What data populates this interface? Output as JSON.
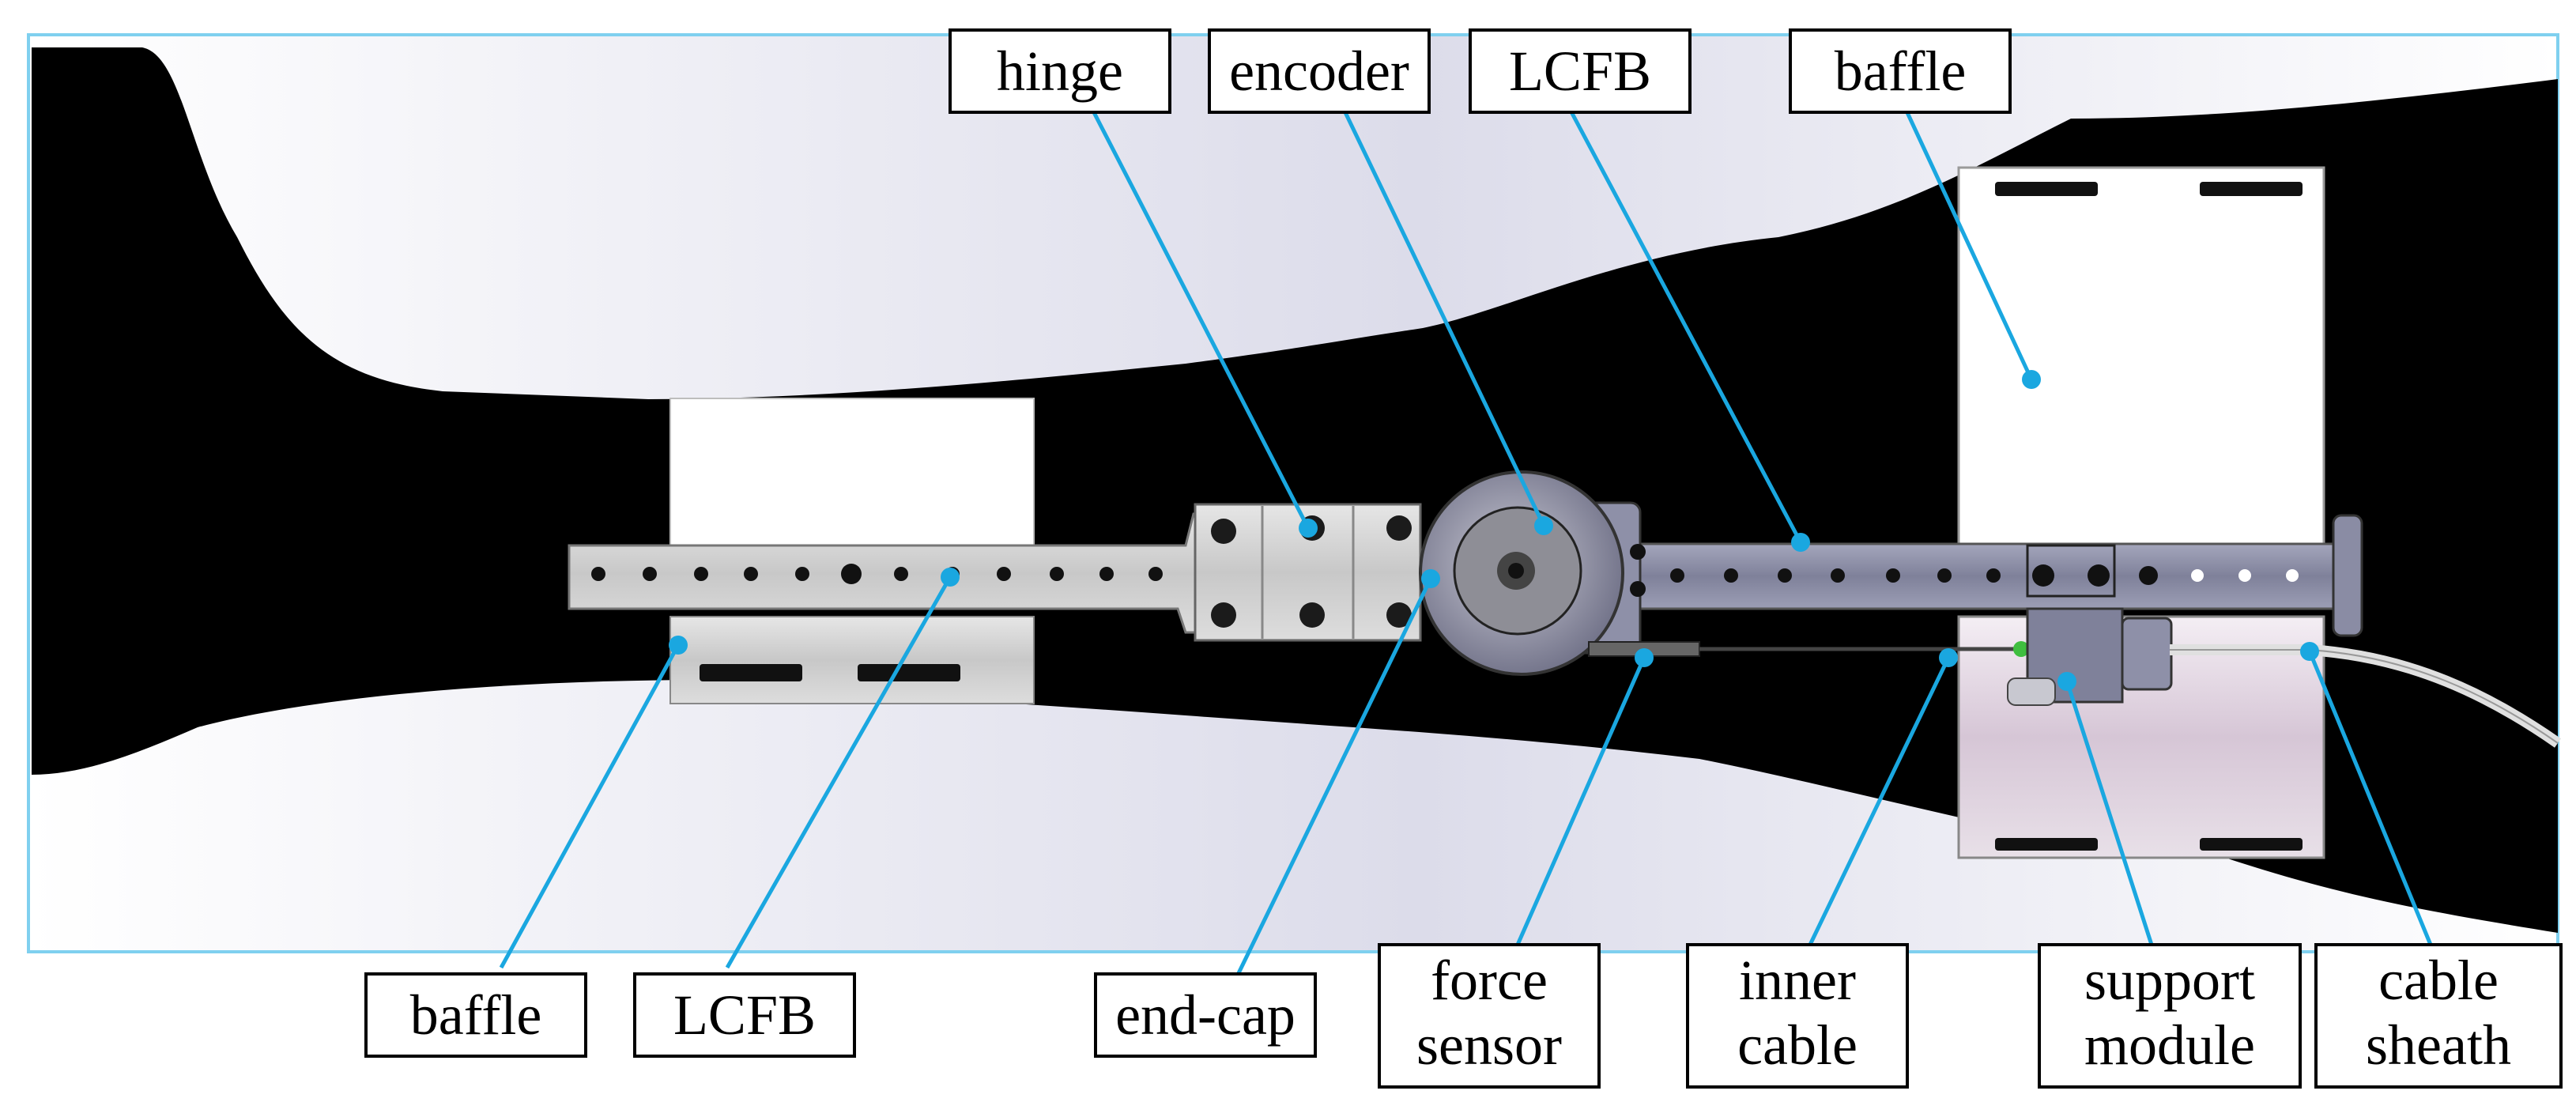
{
  "labels": {
    "hinge": "hinge",
    "encoder": "encoder",
    "lcfb_top": "LCFB",
    "baffle_top": "baffle",
    "baffle_bottom": "baffle",
    "lcfb_bottom": "LCFB",
    "end_cap": "end-cap",
    "force_sensor_1": "force",
    "force_sensor_2": "sensor",
    "inner_cable_1": "inner",
    "inner_cable_2": "cable",
    "support_module_1": "support",
    "support_module_2": "module",
    "cable_sheath_1": "cable",
    "cable_sheath_2": "sheath"
  },
  "colors": {
    "leader": "#1aa7e0",
    "frame": "#7fd0ef",
    "limb": "#000000",
    "bar": "#8e90a8",
    "bracket": "#c9c9c9"
  }
}
